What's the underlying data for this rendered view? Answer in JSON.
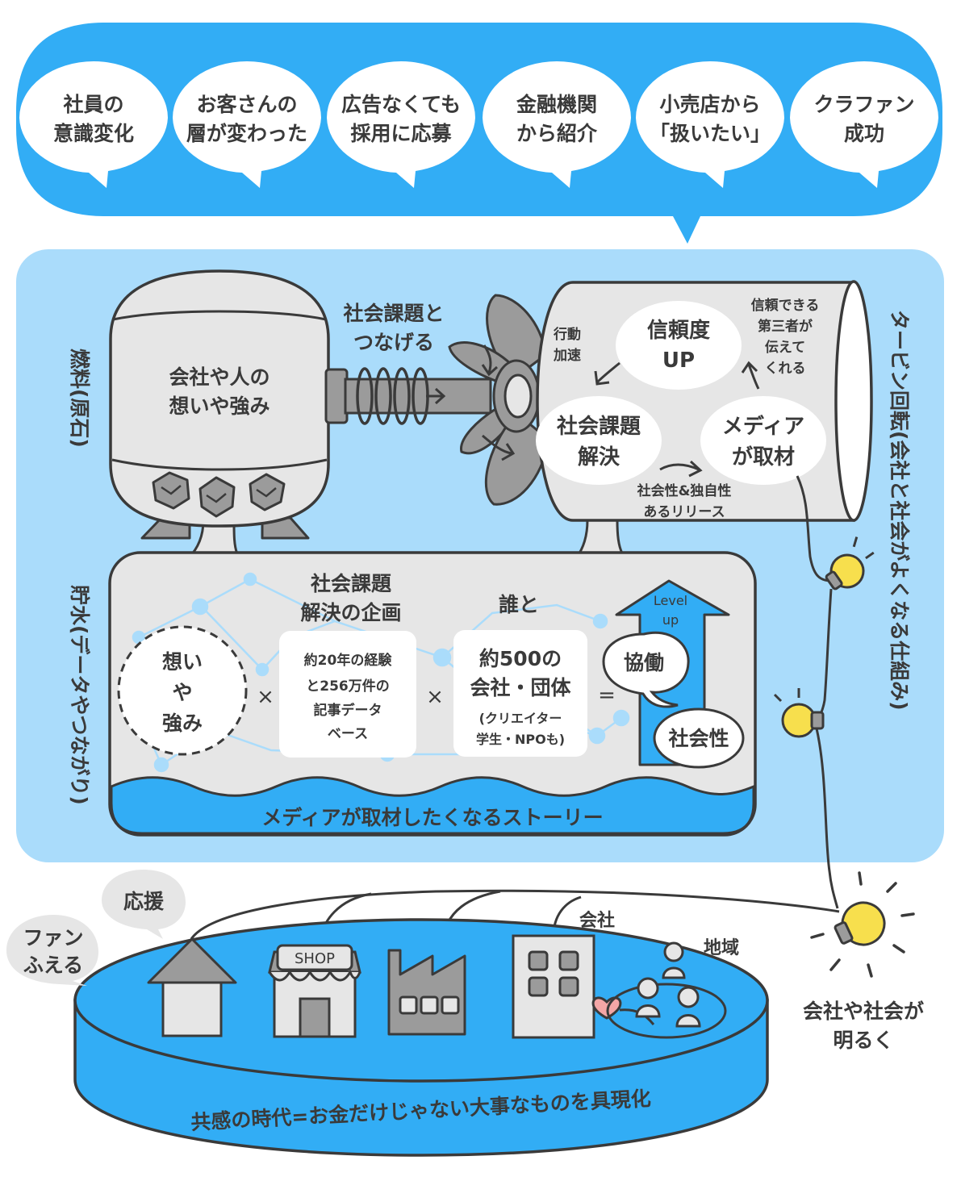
{
  "palette": {
    "sky": "#32adf5",
    "pale": "#aadcfb",
    "gray": "#e6e6e6",
    "mid": "#9b9b9b",
    "line": "#3a3a3a",
    "bulb": "#f7df4d",
    "white": "#ffffff",
    "heart": "#f4a6a6"
  },
  "outcomes": {
    "items": [
      {
        "line1": "社員の",
        "line2": "意識変化"
      },
      {
        "line1": "お客さんの",
        "line2": "層が変わった"
      },
      {
        "line1": "広告なくても",
        "line2": "採用に応募"
      },
      {
        "line1": "金融機関",
        "line2": "から紹介"
      },
      {
        "line1": "小売店から",
        "line2": "「扱いたい」"
      },
      {
        "line1": "クラファン",
        "line2": "成功"
      }
    ]
  },
  "engine": {
    "fuel_side_label": "燃料(原石)",
    "tank_line1": "会社や人の",
    "tank_line2": "想いや強み",
    "connect_line1": "社会課題と",
    "connect_line2": "つなげる",
    "turbine_side_label": "タービン回転(会社と社会がよくなる仕組み)",
    "cycle": {
      "trust_line1": "信頼度",
      "trust_line2": "UP",
      "solve_line1": "社会課題",
      "solve_line2": "解決",
      "media_line1": "メディア",
      "media_line2": "が取材",
      "accel_line1": "行動",
      "accel_line2": "加速",
      "third_line1": "信頼できる",
      "third_line2": "第三者が",
      "third_line3": "伝えて",
      "third_line4": "くれる",
      "release_line1": "社会性&独自性",
      "release_line2": "あるリリース"
    }
  },
  "reservoir": {
    "side_label": "貯水(データやつながり)",
    "plan_line1": "社会課題",
    "plan_line2": "解決の企画",
    "with_label": "誰と",
    "thought_line1": "想い",
    "thought_line2": "や",
    "thought_line3": "強み",
    "data_line1": "約20年の経験",
    "data_line2": "と256万件の",
    "data_line3": "記事データ",
    "data_line4": "ベース",
    "partner_line1": "約500の",
    "partner_line2": "会社・団体",
    "partner_line3": "(クリエイター",
    "partner_line4": "学生・NPOも)",
    "times1": "×",
    "times2": "×",
    "equals": "=",
    "levelup_line1": "Level",
    "levelup_line2": "up",
    "collab": "協働",
    "social": "社会性",
    "story": "メディアが取材したくなるストーリー"
  },
  "society": {
    "cheer": "応援",
    "fans_line1": "ファン",
    "fans_line2": "ふえる",
    "shop_sign": "SHOP",
    "company": "会社",
    "region": "地域",
    "bright_line1": "会社や社会が",
    "bright_line2": "明るく",
    "era": "共感の時代=お金だけじゃない大事なものを具現化"
  }
}
